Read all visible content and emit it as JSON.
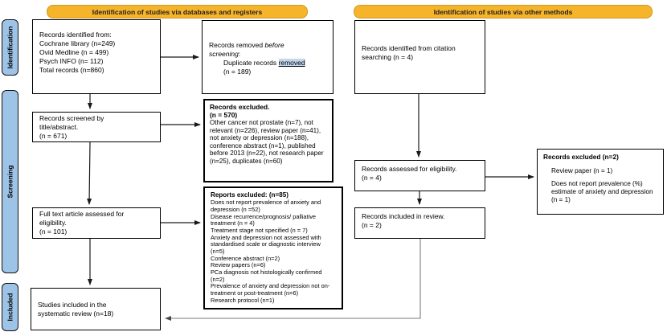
{
  "banners": {
    "left": "Identification of studies via databases and registers",
    "right": "Identification of studies via other methods"
  },
  "sidebar": {
    "identification": "Identification",
    "screening": "Screening",
    "included": "Included"
  },
  "colors": {
    "banner_fill": "#F6B42B",
    "banner_border": "#CE9A20",
    "sidebar_fill": "#9DC3E6",
    "box_border": "#000000",
    "highlight": "#C3D6EE"
  },
  "boxes": {
    "records_identified": {
      "lines": [
        "Records identified from:",
        "Cochrane library (n=249)",
        "Ovid Medline (n = 499)",
        "Psych INFO (n= 112)",
        "Total records (n=860)"
      ]
    },
    "records_removed": {
      "line1_prefix": "Records removed ",
      "line1_italic_a": "before",
      "line1_italic_b": "screening",
      "line1_suffix": ":",
      "line2_prefix": "Duplicate records ",
      "line2_highlight": "removed",
      "line3": "(n = 189)"
    },
    "records_screened": {
      "lines": [
        "Records screened by",
        "title/abstract.",
        "(n = 671)"
      ]
    },
    "records_excluded_db": {
      "title_lines": [
        "Records excluded.",
        "(n = 570)"
      ],
      "body": "Other cancer not prostate (n=7), not relevant (n=226), review paper (n=41), not anxiety or depression (n=188), conference abstract (n=1), published before 2013 (n=22), not research paper (n=25), duplicates (n=60)"
    },
    "full_text_assessed": {
      "lines": [
        "Full text article assessed for",
        "eligibility.",
        "(n = 101)"
      ]
    },
    "reports_excluded": {
      "title": "Reports excluded: (n=85)",
      "items": [
        "Does not report prevalence of anxiety and depression (n =52)",
        "Disease recurrence/prognosis/ palliative treatment (n = 4)",
        "Treatment stage not specified (n = 7)",
        "Anxiety and depression not assessed with standardised scale or diagnostic interview (n=5)",
        "Conference abstract (n=2)",
        "Review papers (n=6)",
        "PCa diagnosis not histologically confirmed (n=2)",
        "Prevalence of anxiety and depression not on-treatment or post-treatment (n=6)",
        "Research protocol (n=1)"
      ]
    },
    "studies_included": {
      "lines": [
        "Studies included in the",
        "systematic review (n=18)"
      ]
    },
    "citation_search": {
      "lines": [
        "Records identified from citation",
        "searching (n = 4)"
      ]
    },
    "records_assessed": {
      "lines": [
        "Records assessed for eligibility.",
        "(n = 4)"
      ]
    },
    "records_included_review": {
      "lines": [
        "Records included in review.",
        "(n = 2)"
      ]
    },
    "records_excluded_other": {
      "title": "Records excluded (n=2)",
      "items": [
        "Review paper (n = 1)",
        "Does not report prevalence (%) estimate of anxiety and depression (n = 1)"
      ]
    }
  }
}
